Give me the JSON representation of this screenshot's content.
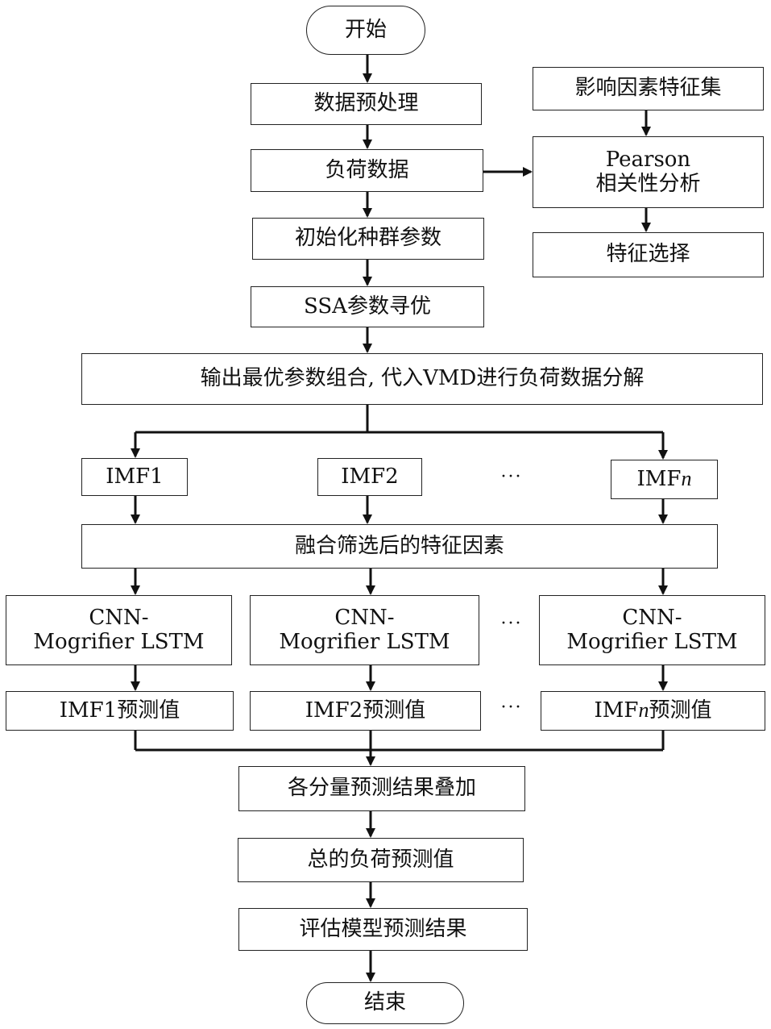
{
  "nodes": {
    "start": "开始",
    "preprocess": "数据预处理",
    "load_data": "负荷数据",
    "init_population": "初始化种群参数",
    "ssa_opt": "SSA参数寻优",
    "vmd_decompose": "输出最优参数组合, 代入VMD进行负荷数据分解",
    "feature_set": "影响因素特征集",
    "pearson_line1": "Pearson",
    "pearson_line2": "相关性分析",
    "feature_select": "特征选择",
    "imf1": "IMF1",
    "imf2": "IMF2",
    "imfn_prefix": "IMF",
    "imfn_suffix": "n",
    "fuse_features": "融合筛选后的特征因素",
    "model_line1": "CNN-",
    "model_line2": "Mogrifier LSTM",
    "pred1": "IMF1预测值",
    "pred2": "IMF2预测值",
    "predn_prefix": "IMF",
    "predn_italic": "n",
    "predn_suffix": "预测值",
    "sum_components": "各分量预测结果叠加",
    "total_pred": "总的负荷预测值",
    "evaluate": "评估模型预测结果",
    "end": "结束",
    "ellipsis": "···"
  }
}
